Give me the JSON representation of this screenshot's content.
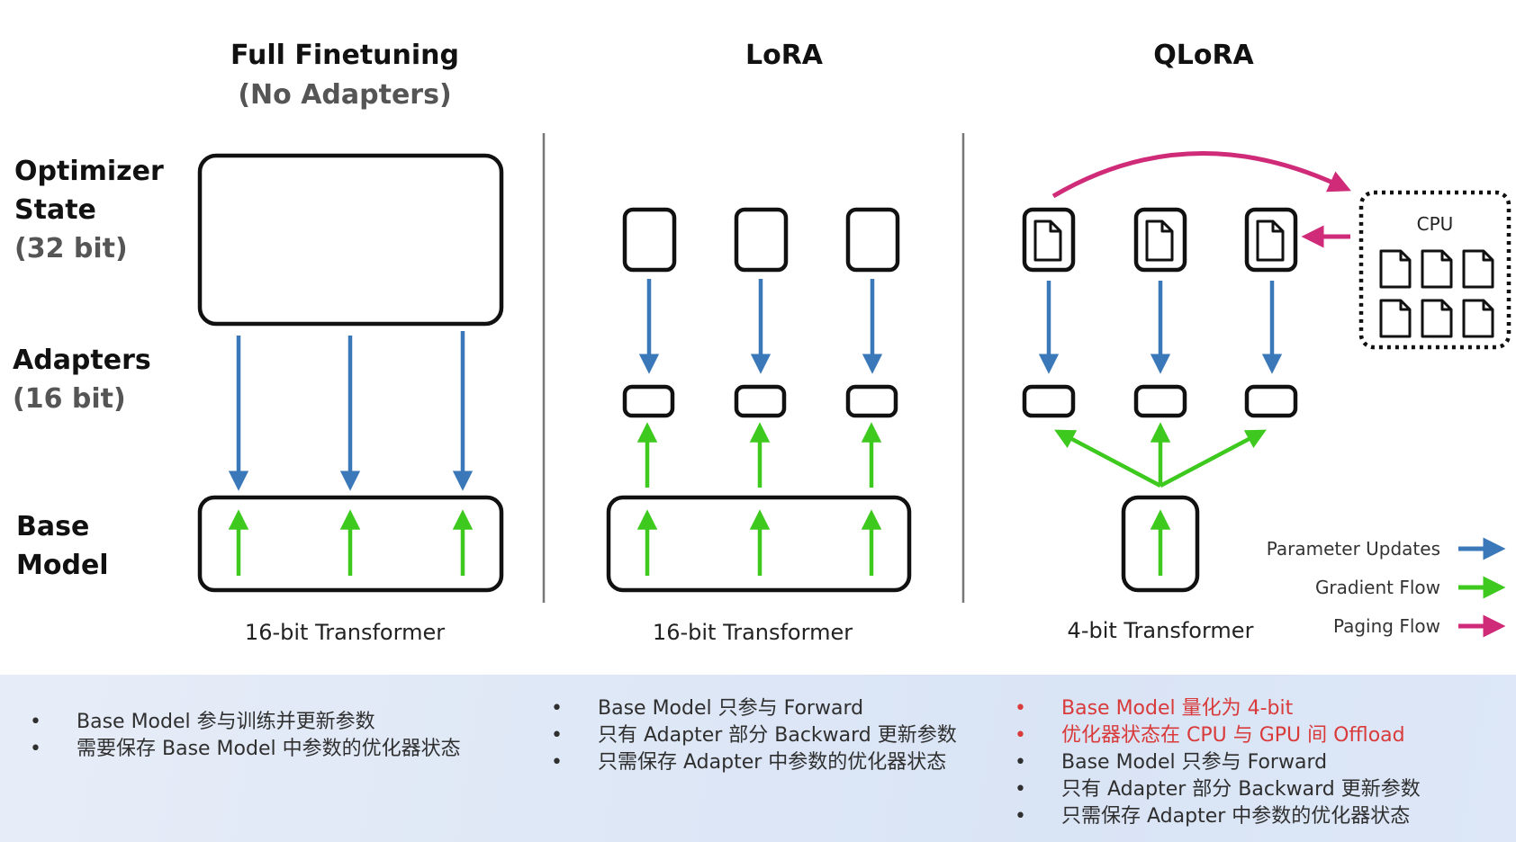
{
  "columns": [
    {
      "title": "Full Finetuning",
      "subtitle": "(No Adapters)",
      "caption": "16-bit Transformer"
    },
    {
      "title": "LoRA",
      "subtitle": "",
      "caption": "16-bit Transformer"
    },
    {
      "title": "QLoRA",
      "subtitle": "",
      "caption": "4-bit Transformer"
    }
  ],
  "row_labels": {
    "optimizer": [
      "Optimizer",
      "State",
      "(32 bit)"
    ],
    "adapters": [
      "Adapters",
      "(16 bit)"
    ],
    "base": [
      "Base",
      "Model"
    ]
  },
  "cpu_label": "CPU",
  "legend": [
    {
      "label": "Parameter Updates",
      "color": "#3a78b9"
    },
    {
      "label": "Gradient Flow",
      "color": "#3ec91e"
    },
    {
      "label": "Paging Flow",
      "color": "#cf2b79"
    }
  ],
  "notes": {
    "full": [
      {
        "text": "Base Model 参与训练并更新参数",
        "bullet": "•"
      },
      {
        "text": "需要保存 Base Model 中参数的优化器状态",
        "bullet": "•"
      }
    ],
    "lora": [
      {
        "text": "Base Model 只参与 Forward",
        "bullet": "•"
      },
      {
        "text": "只有 Adapter 部分 Backward 更新参数",
        "bullet": "•"
      },
      {
        "text": "只需保存 Adapter 中参数的优化器状态",
        "bullet": "•"
      }
    ],
    "qlora": [
      {
        "text": "Base Model 量化为 4-bit",
        "bullet": "•",
        "highlight": true
      },
      {
        "text": "优化器状态在 CPU 与 GPU 间 Offload",
        "bullet": "•",
        "highlight": true
      },
      {
        "text": "Base Model 只参与 Forward",
        "bullet": "•"
      },
      {
        "text": "只有 Adapter 部分 Backward 更新参数",
        "bullet": "•"
      },
      {
        "text": "只需保存 Adapter 中参数的优化器状态",
        "bullet": "•"
      }
    ]
  },
  "colors": {
    "blue": "#3a78b9",
    "green": "#3ec91e",
    "magenta": "#cf2b79",
    "highlight_text": "#d93a3a"
  }
}
